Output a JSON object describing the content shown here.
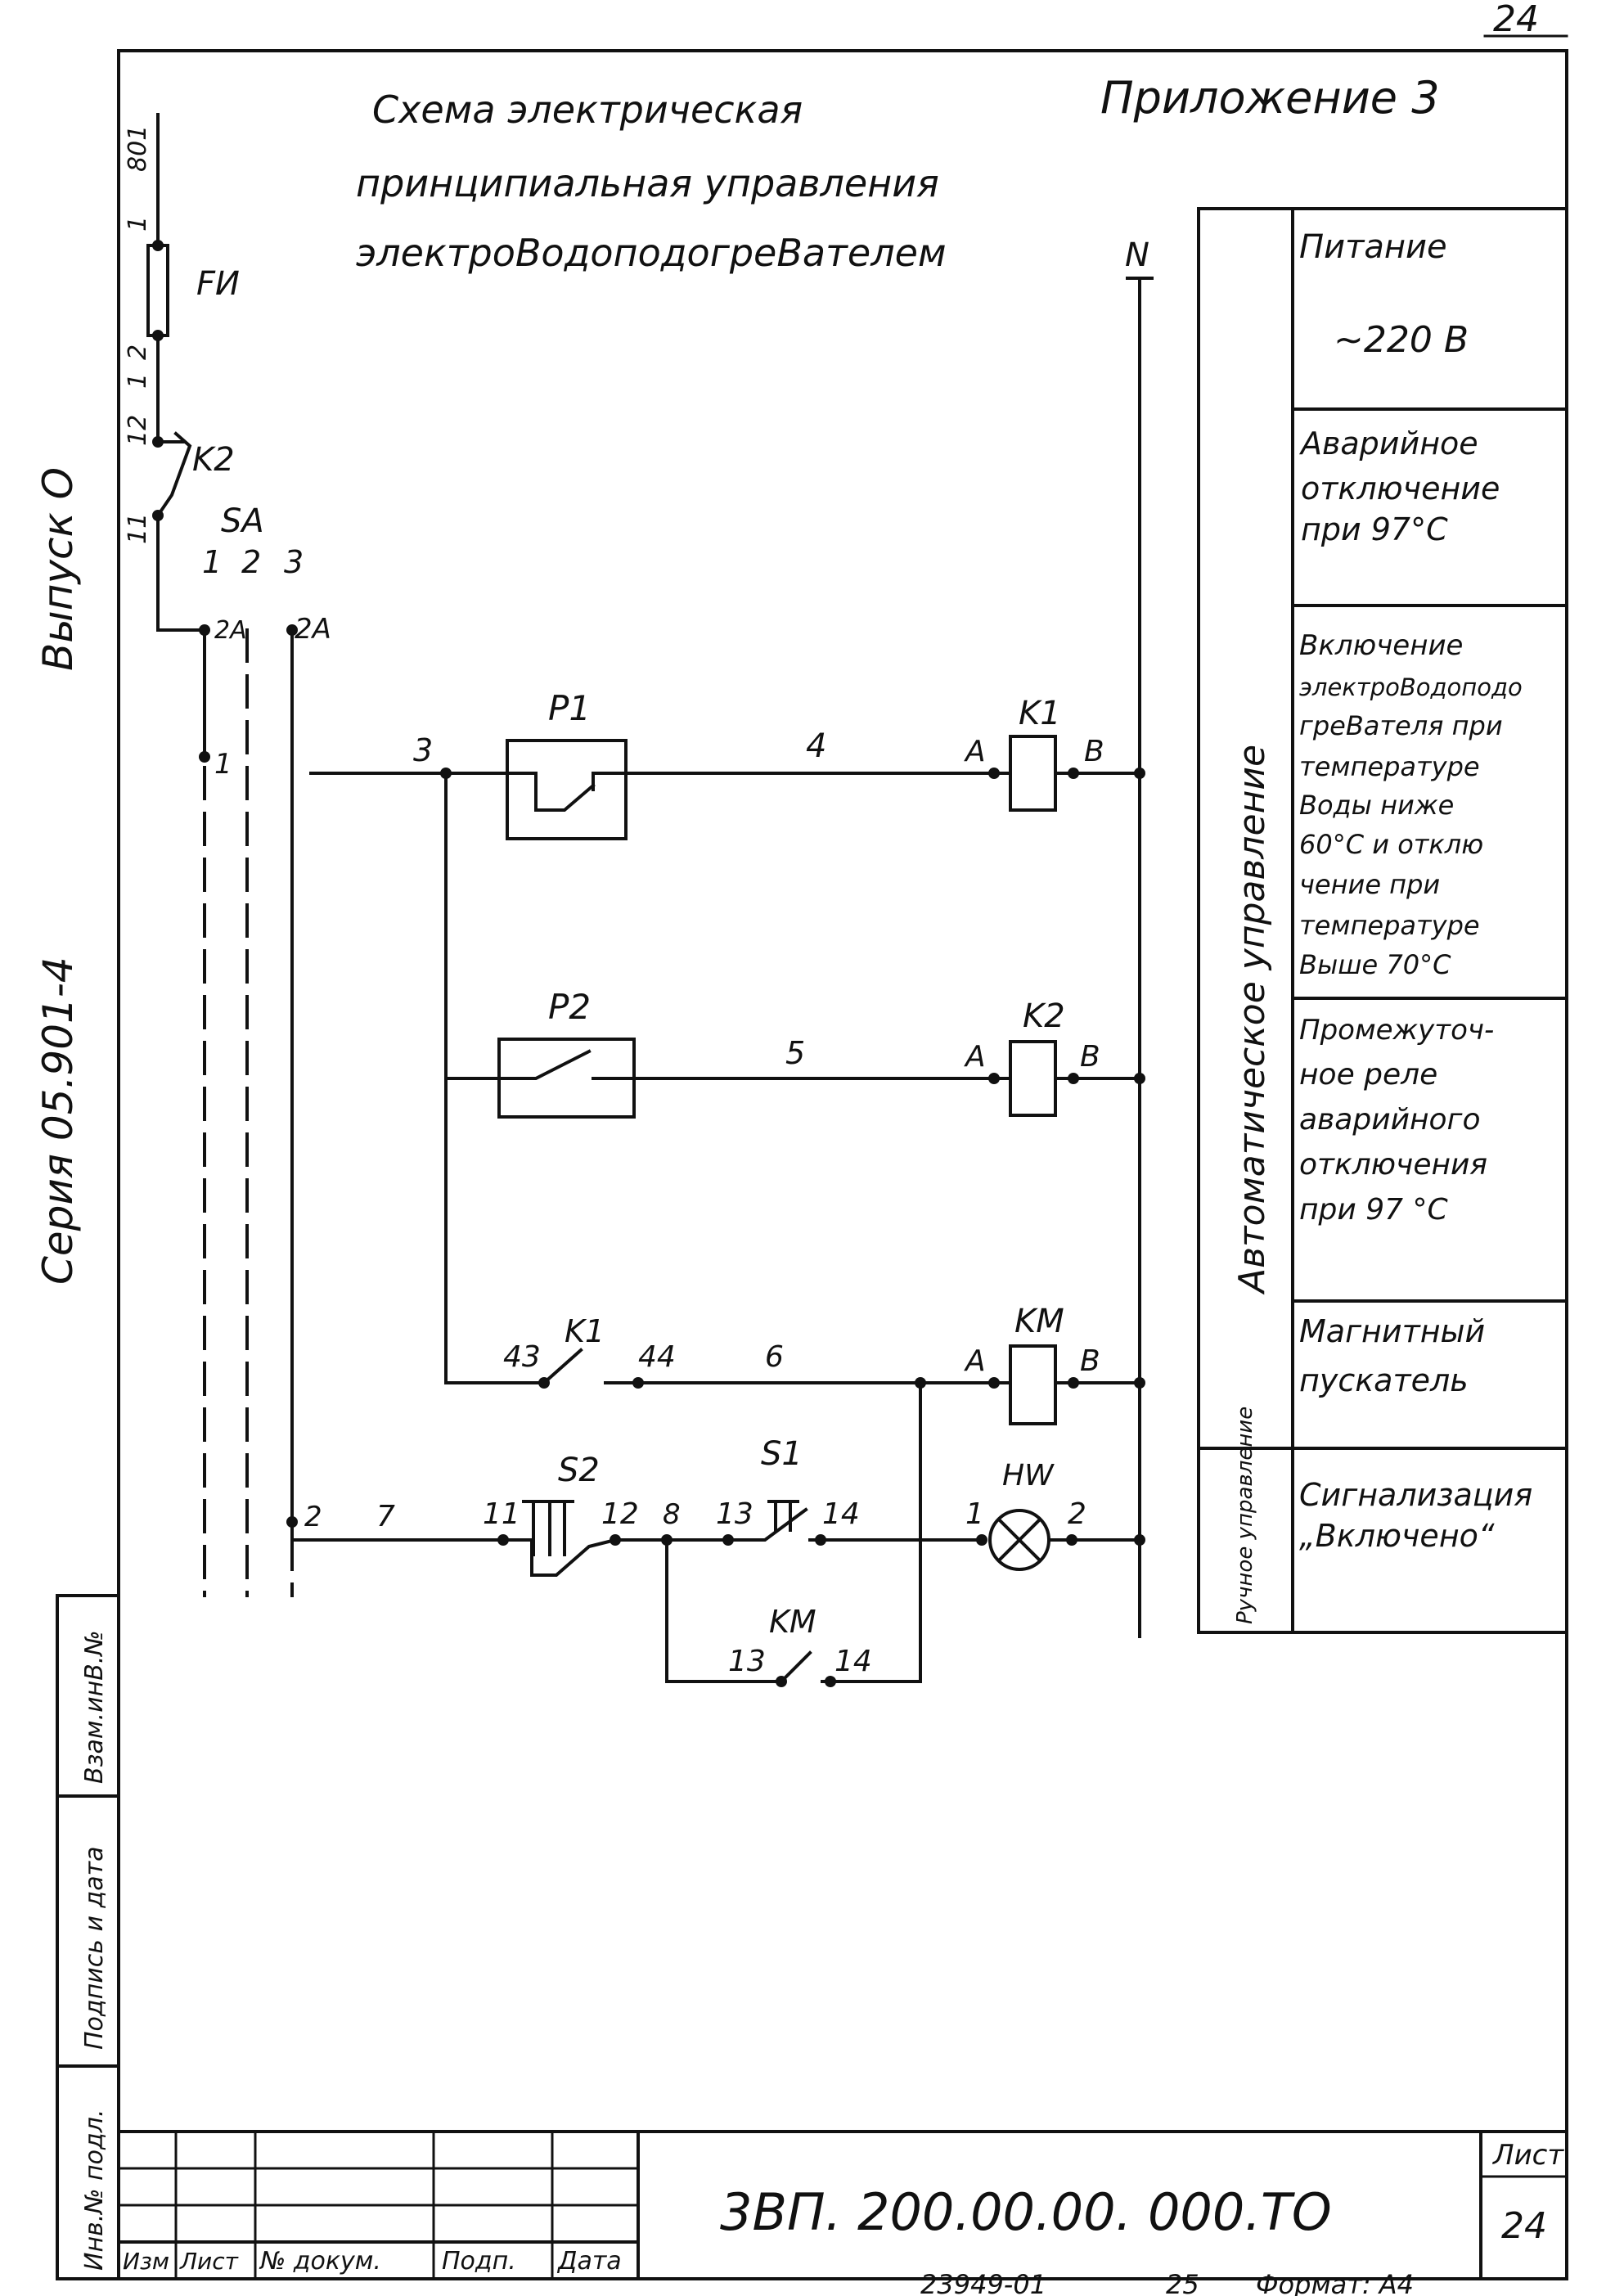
{
  "page_number": "24",
  "title": {
    "line1": "Схема  электрическая",
    "line2": "принципиальная управления",
    "line3": "электроВодоподогреВателем"
  },
  "appendix": "Приложение 3",
  "side_labels": {
    "issue": "Выпуск О",
    "series": "Серия 05.901-4"
  },
  "components": {
    "fuse": "FИ",
    "k2_contact": "K2",
    "switch": "SA",
    "sa_pos1": "1",
    "sa_pos2": "2",
    "sa_pos3": "3",
    "sa_2a_left": "2A",
    "sa_2a_right": "2A",
    "sa_tap1": "1",
    "sa_tap2": "2",
    "p1": "P1",
    "p2": "P2",
    "k1_coil": "K1",
    "k2_coil": "K2",
    "km_coil": "KM",
    "k1_contact": "K1",
    "km_contact": "KM",
    "s1": "S1",
    "s2": "S2",
    "lamp": "HW",
    "neutral": "N"
  },
  "wires": {
    "w801": "801",
    "w1_top": "1",
    "w2_fuse": "2",
    "w1_mid": "1",
    "w12": "12",
    "w11": "11",
    "w3": "3",
    "w4": "4",
    "w5": "5",
    "w6": "6",
    "w7": "7",
    "w8": "8",
    "w43": "43",
    "w44": "44",
    "s2_11": "11",
    "s2_12": "12",
    "s1_13": "13",
    "s1_14": "14",
    "km_13": "13",
    "km_14": "14",
    "lamp_1": "1",
    "lamp_2": "2",
    "k1_a": "A",
    "k1_b": "B",
    "k2_a": "A",
    "k2_b": "B",
    "km_a": "A",
    "km_b": "B"
  },
  "table": {
    "group_auto": "Автоматическое   управление",
    "group_manual": "Ручное управление",
    "rows": [
      "Питание",
      "~220 В",
      "Аварийное",
      "отключение",
      "при  97°С",
      "Включение",
      "электроВодоподо",
      "греВателя при",
      "температуре",
      "Воды  ниже",
      "60°С и отклю",
      "чение  при",
      "температуре",
      "Выше  70°С",
      "Промежуточ-",
      "ное   реле",
      "аварийного",
      "отключения",
      "при  97 °С",
      "Магнитный",
      "пускатель",
      "Сигнализация",
      "„Включено“"
    ]
  },
  "left_stamp": {
    "cell1": "Взам.инВ.№",
    "cell2": "Подпись и дата",
    "cell3": "Инв.№ подл."
  },
  "title_block": {
    "col_izm": "Изм",
    "col_list": "Лист",
    "col_doc": "№ докум.",
    "col_sign": "Подп.",
    "col_date": "Дата",
    "doc_code": "3ВП. 200.00.00. 000.ТО",
    "sheet_label": "Лист",
    "sheet_num": "24"
  },
  "footer": {
    "inventory": "23949-01",
    "copy": "25",
    "format": "Формат: А4"
  }
}
